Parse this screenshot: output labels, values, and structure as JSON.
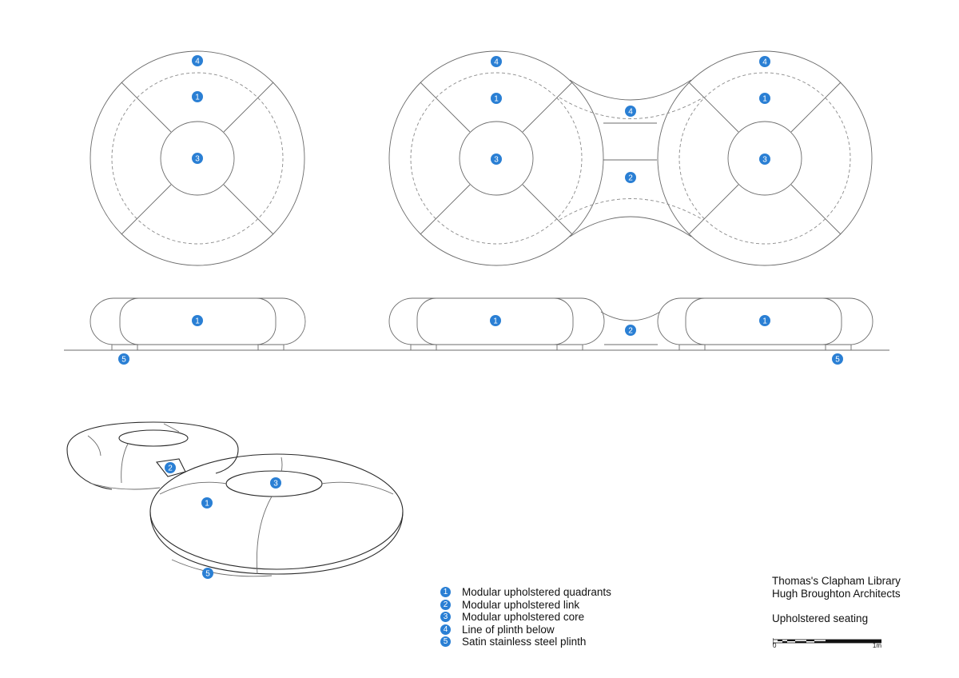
{
  "callouts": {
    "quadrants": "1",
    "link": "2",
    "core": "3",
    "plinth_line": "4",
    "steel_plinth": "5"
  },
  "legend": [
    {
      "num": "1",
      "label": "Modular upholstered quadrants"
    },
    {
      "num": "2",
      "label": "Modular upholstered link"
    },
    {
      "num": "3",
      "label": "Modular upholstered core"
    },
    {
      "num": "4",
      "label": "Line of plinth below"
    },
    {
      "num": "5",
      "label": "Satin stainless steel plinth"
    }
  ],
  "title_block": {
    "project": "Thomas's Clapham Library",
    "architect": "Hugh Broughton Architects",
    "drawing": "Upholstered seating"
  },
  "scale_bar": {
    "start": "0",
    "end": "1m"
  },
  "colors": {
    "callout": "#2a7fd4",
    "linework": "#6b6b6b",
    "ink": "#111111"
  }
}
